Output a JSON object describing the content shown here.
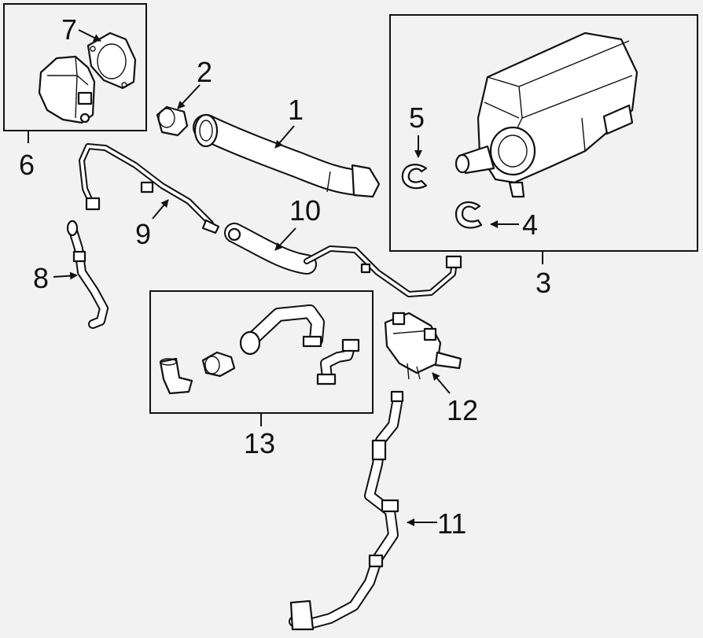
{
  "callouts": {
    "c1": "1",
    "c2": "2",
    "c3": "3",
    "c4": "4",
    "c5": "5",
    "c6": "6",
    "c7": "7",
    "c8": "8",
    "c9": "9",
    "c10": "10",
    "c11": "11",
    "c12": "12",
    "c13": "13"
  },
  "colors": {
    "line": "#111111",
    "background": "#f2f2f2",
    "part_fill": "#ffffff"
  }
}
